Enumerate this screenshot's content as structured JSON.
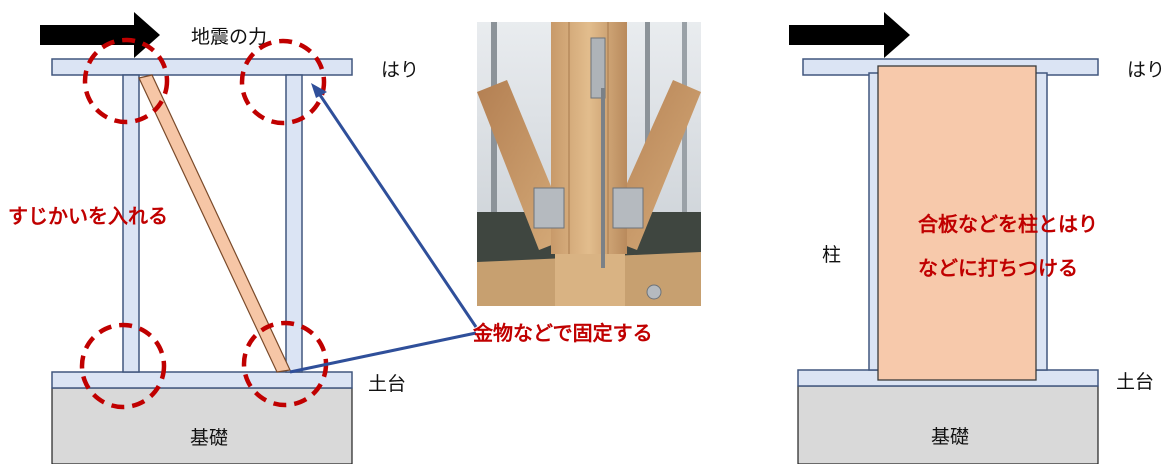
{
  "left_diagram": {
    "force_label": "地震の力",
    "beam_label": "はり",
    "brace_label": "すじかいを入れる",
    "metal_label": "金物などで固定する",
    "sill_label": "土台",
    "foundation_label": "基礎"
  },
  "right_diagram": {
    "beam_label": "はり",
    "column_label": "柱",
    "panel_label_line1": "合板などを柱とはり",
    "panel_label_line2": "などに打ちつける",
    "sill_label": "土台",
    "foundation_label": "基礎"
  },
  "colors": {
    "frame_fill": "#dbe4f4",
    "frame_stroke": "#41577f",
    "brace_fill": "#f6c6a6",
    "panel_fill": "#f7c9ab",
    "foundation_fill": "#d9d9d9",
    "circle_color": "#c00000",
    "annotation_red": "#c00000",
    "arrow_color": "#000000",
    "leader_blue": "#2f4f9a"
  }
}
